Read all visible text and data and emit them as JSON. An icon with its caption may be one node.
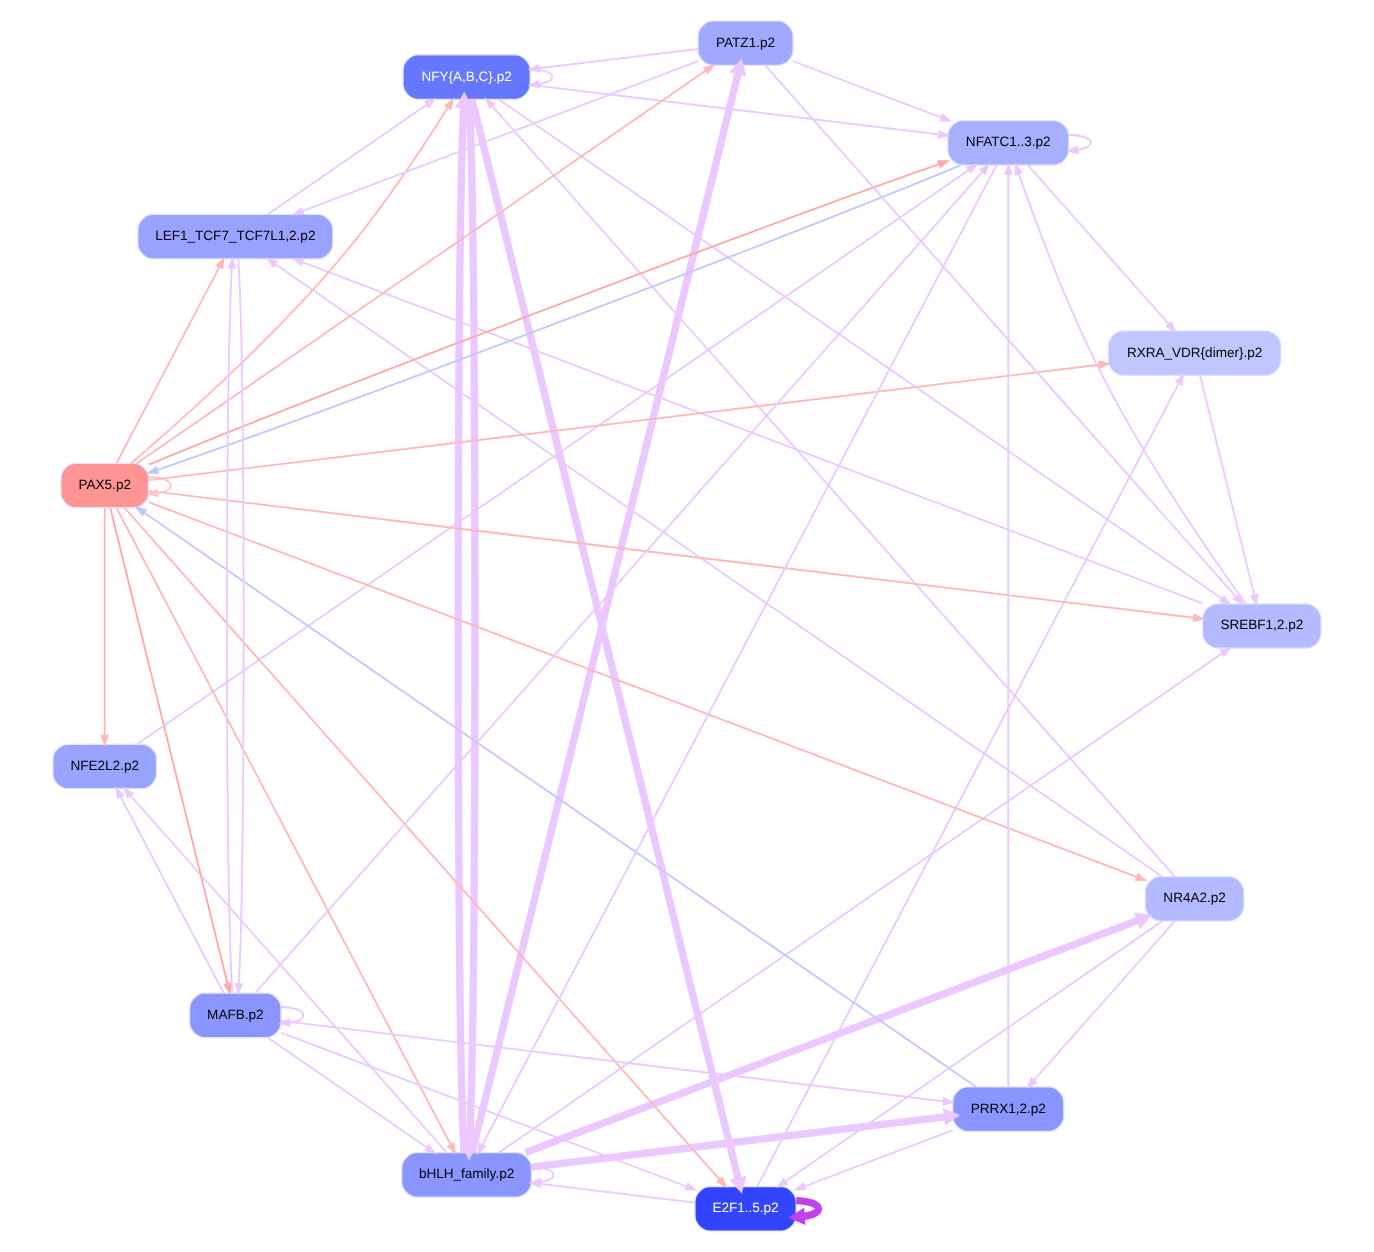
{
  "diagram": {
    "nodes": [
      {
        "text": [
          "NFY{A,B,C}.p2"
        ]
      },
      {
        "text": [
          "NFE2L2.p2"
        ]
      },
      {
        "text": [
          "SREBF1,2.p2"
        ]
      },
      {
        "text": [
          "bHLH_family.p2"
        ]
      },
      {
        "text": [
          "NR4A2.p2"
        ]
      },
      {
        "text": [
          "E2F1..5.p2"
        ]
      },
      {
        "text": [
          "PAX5.p2"
        ]
      },
      {
        "text": [
          "PATZ1.p2"
        ]
      },
      {
        "text": [
          "PRRX1,2.p2"
        ]
      },
      {
        "text": [
          "RXRA_VDR{dimer}.p2"
        ]
      },
      {
        "text": [
          "NFATC1..3.p2"
        ]
      },
      {
        "text": [
          "LEF1_TCF7_TCF7L1,2.p2"
        ]
      },
      {
        "text": [
          "MAFB.p2"
        ]
      }
    ],
    "edges": [
      {
        "from": 6,
        "to": 0,
        "arrow": "to",
        "color": "#ffb8b8"
      },
      {
        "from": 6,
        "to": 1,
        "arrow": "to",
        "color": "#ffb8b8"
      },
      {
        "from": 6,
        "to": 2,
        "arrow": "to",
        "color": "#ffb8b8"
      },
      {
        "from": 6,
        "to": 3,
        "arrow": "to",
        "color": "#ffb8b8"
      },
      {
        "from": 6,
        "to": 4,
        "arrow": "to",
        "color": "#ffb8b8"
      },
      {
        "from": 6,
        "to": 5,
        "arrow": "to",
        "color": "#ffb8b8"
      },
      {
        "from": 6,
        "to": 7,
        "arrow": "to",
        "color": "#ffb8b8"
      },
      {
        "from": 6,
        "to": 9,
        "arrow": "to",
        "color": "#ffb8b8"
      },
      {
        "from": 6,
        "to": 11,
        "arrow": "to",
        "color": "#ffb8b8"
      },
      {
        "from": 6,
        "to": 12,
        "arrow": "to",
        "color": "#ffa8a8"
      },
      {
        "from": 6,
        "to": 10,
        "arrow": "to",
        "color": "#ffa8a8"
      },
      {
        "from": 6,
        "to": 6,
        "arrow": "to",
        "color": "#ffc8c8"
      },
      {
        "from": 8,
        "to": 6,
        "arrow": "to",
        "color": "#c0c8ff"
      },
      {
        "from": 10,
        "to": 6,
        "arrow": "to",
        "color": "#c0c8ff"
      },
      {
        "from": 0,
        "to": 0,
        "arrow": "to"
      },
      {
        "from": 3,
        "to": 3,
        "arrow": "to"
      },
      {
        "from": 5,
        "to": 5,
        "arrow": "to",
        "color": "#c040f0",
        "style": "thick"
      },
      {
        "from": 10,
        "to": 10,
        "arrow": "to"
      },
      {
        "from": 12,
        "to": 12,
        "arrow": "to"
      },
      {
        "from": 0,
        "to": 2,
        "arrow": "to"
      },
      {
        "from": 3,
        "to": 0,
        "arrow": "to",
        "style": "thick"
      },
      {
        "from": 0,
        "to": 3,
        "arrow": "to",
        "style": "thick"
      },
      {
        "from": 3,
        "to": 1,
        "arrow": "to"
      },
      {
        "from": 3,
        "to": 2,
        "arrow": "to"
      },
      {
        "from": 0,
        "to": 5,
        "arrow": "to",
        "style": "thick"
      },
      {
        "from": 4,
        "to": 0,
        "arrow": "to"
      },
      {
        "from": 3,
        "to": 4,
        "arrow": "to",
        "style": "thick"
      },
      {
        "from": 4,
        "to": 5,
        "arrow": "to"
      },
      {
        "from": 7,
        "to": 0,
        "arrow": "to"
      },
      {
        "from": 7,
        "to": 2,
        "arrow": "to"
      },
      {
        "from": 3,
        "to": 7,
        "arrow": "to",
        "style": "thick"
      },
      {
        "from": 9,
        "to": 2,
        "arrow": "to"
      },
      {
        "from": 11,
        "to": 0,
        "arrow": "to"
      },
      {
        "from": 12,
        "to": 1,
        "arrow": "to"
      },
      {
        "from": 12,
        "to": 3,
        "arrow": "to"
      },
      {
        "from": 12,
        "to": 5,
        "arrow": "to"
      },
      {
        "from": 12,
        "to": 8,
        "arrow": "to"
      },
      {
        "from": 12,
        "to": 10,
        "arrow": "to"
      },
      {
        "from": 12,
        "to": 11,
        "arrow": "to"
      },
      {
        "from": 11,
        "to": 12,
        "arrow": "to"
      },
      {
        "from": 8,
        "to": 5,
        "arrow": "to"
      },
      {
        "from": 8,
        "to": 10,
        "arrow": "to"
      },
      {
        "from": 3,
        "to": 8,
        "arrow": "to",
        "style": "thick"
      },
      {
        "from": 5,
        "to": 3,
        "arrow": "to"
      },
      {
        "from": 10,
        "to": 3,
        "arrow": "to"
      },
      {
        "from": 4,
        "to": 11,
        "arrow": "to"
      },
      {
        "from": 2,
        "to": 11,
        "arrow": "to"
      },
      {
        "from": 2,
        "to": 10,
        "arrow": "to"
      },
      {
        "from": 0,
        "to": 10,
        "arrow": "to"
      },
      {
        "from": 7,
        "to": 10,
        "arrow": "to"
      },
      {
        "from": 7,
        "to": 11,
        "arrow": "to"
      },
      {
        "from": 4,
        "to": 8,
        "arrow": "to"
      },
      {
        "from": 1,
        "to": 10,
        "arrow": "to"
      },
      {
        "from": 5,
        "to": 9,
        "arrow": "to"
      },
      {
        "from": 10,
        "to": 9,
        "arrow": "to"
      }
    ]
  }
}
